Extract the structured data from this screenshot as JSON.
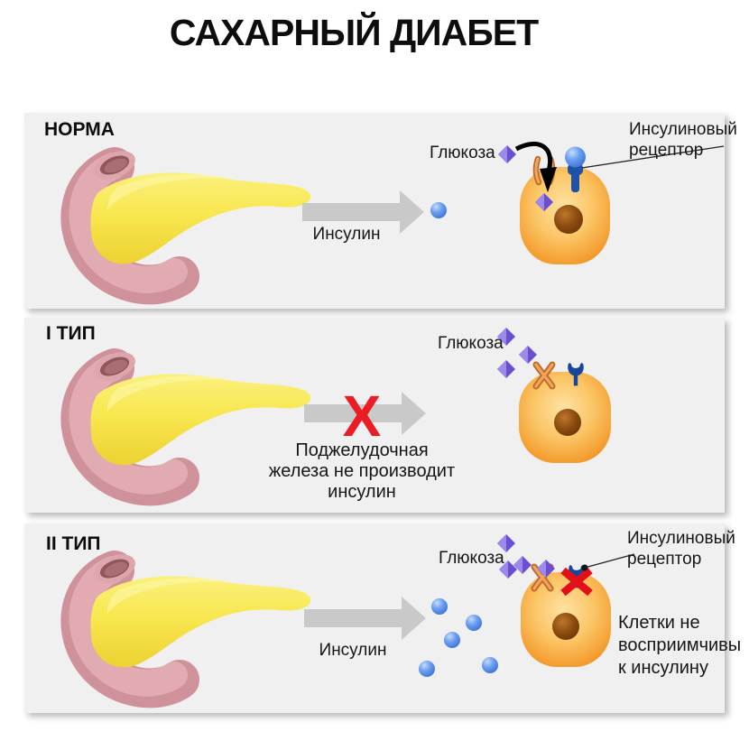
{
  "title": "САХАРНЫЙ ДИАБЕТ",
  "panels": {
    "norma": {
      "label": "НОРМА",
      "glucose_label": "Глюкоза",
      "receptor_label": "Инсулиновый рецептор",
      "insulin_label": "Инсулин"
    },
    "type1": {
      "label": "I ТИП",
      "glucose_label": "Глюкоза",
      "blocked_mark": "X",
      "caption": "Поджелудочная железа не производит инсулин"
    },
    "type2": {
      "label": "II ТИП",
      "glucose_label": "Глюкоза",
      "insulin_label": "Инсулин",
      "receptor_label": "Инсулиновый рецептор",
      "caption": "Клетки не восприимчивы к инсулину"
    }
  },
  "legend_colors": {
    "insulin_sphere": "#5b93ea",
    "glucose_diamond": "#6b4fd0",
    "cell": "#f6a93c",
    "nucleus": "#8d4c10",
    "pancreas": "#f8e74f",
    "duodenum": "#d99aa2",
    "blocked_x": "#ec1c24",
    "flow_arrow": "#c9c9c9",
    "panel_background": "#f0f0f1"
  }
}
